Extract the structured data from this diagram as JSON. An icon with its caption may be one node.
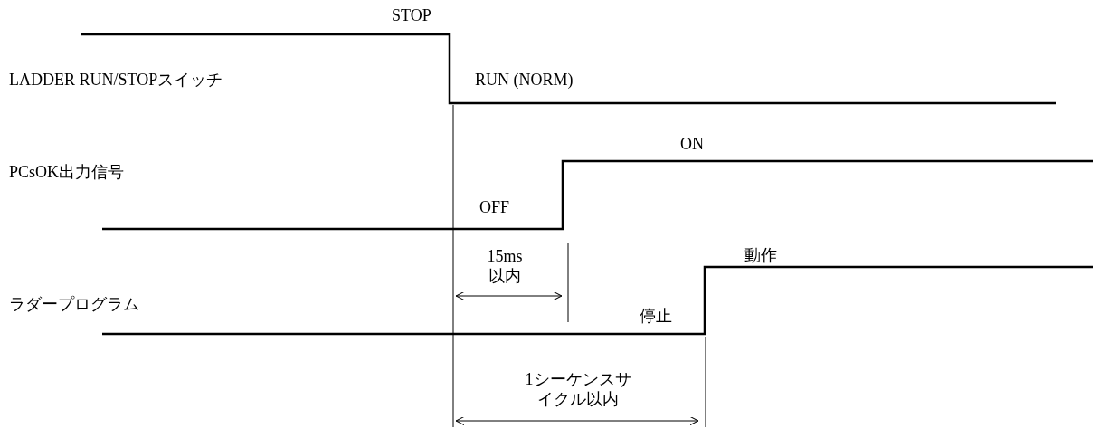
{
  "diagram": {
    "labels": [
      "STOP",
      "LADDER RUN/STOPスイッチ",
      "RUN (NORM)",
      "ON",
      "PCsOK出力信号",
      "OFF",
      "15ms以内",
      "動作",
      "ラダープログラム",
      "停止",
      "1シーケンスサイクル以内"
    ]
  }
}
